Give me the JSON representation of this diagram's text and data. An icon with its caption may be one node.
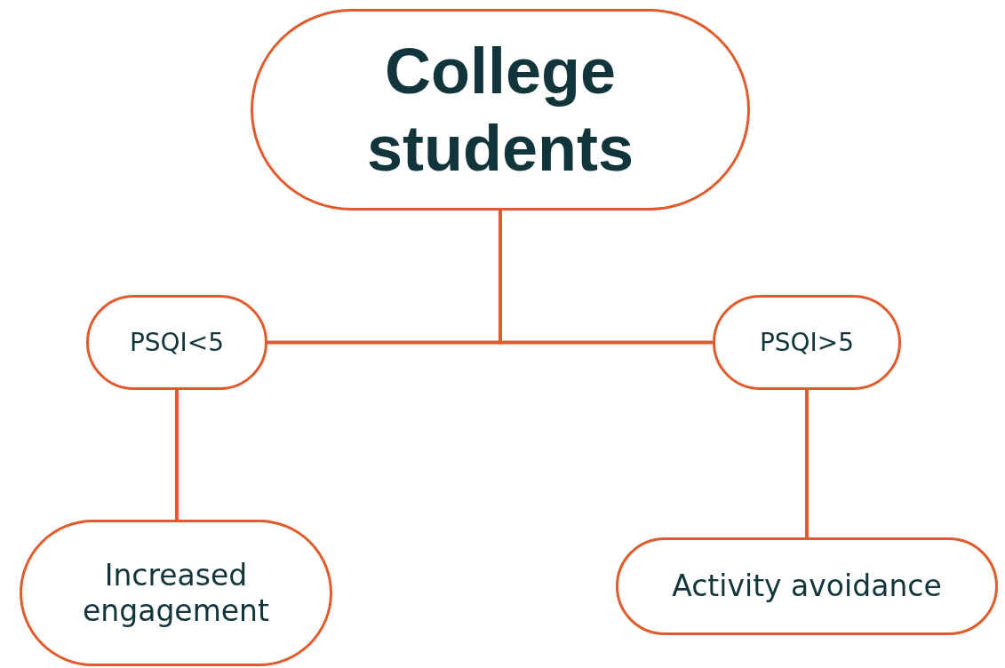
{
  "diagram": {
    "nodes": [
      {
        "text": [
          "College students"
        ]
      },
      {
        "text": [
          "PSQI<5"
        ]
      },
      {
        "text": [
          "PSQI>5"
        ]
      },
      {
        "text": [
          "Increased engagement"
        ]
      },
      {
        "text": [
          "Activity avoidance"
        ]
      }
    ],
    "edges": [
      {
        "from": 0,
        "to": 1,
        "arrow": "none"
      },
      {
        "from": 0,
        "to": 2,
        "arrow": "none"
      },
      {
        "from": 1,
        "to": 3,
        "arrow": "none"
      },
      {
        "from": 2,
        "to": 4,
        "arrow": "none"
      }
    ]
  }
}
